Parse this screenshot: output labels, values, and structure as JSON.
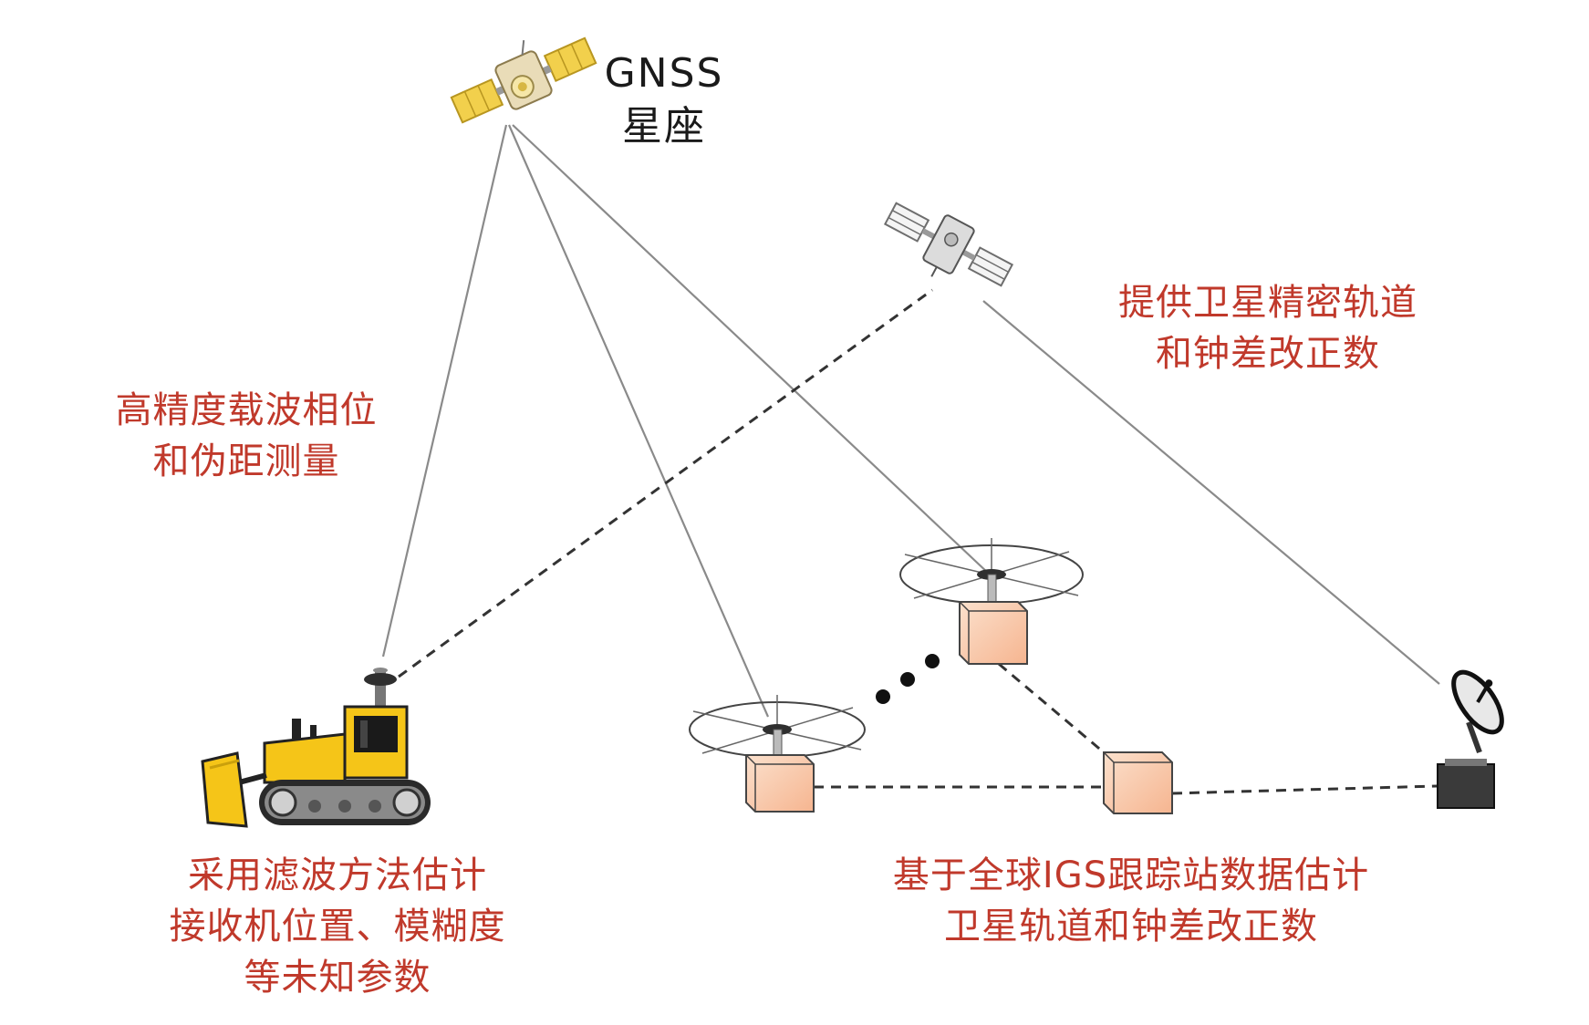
{
  "constellation_label": {
    "line1": "GNSS",
    "line2": "星座"
  },
  "annotations": {
    "measurement": {
      "line1": "高精度载波相位",
      "line2": "和伪距测量"
    },
    "correction": {
      "line1": "提供卫星精密轨道",
      "line2": "和钟差改正数"
    },
    "receiver": {
      "line1": "采用滤波方法估计",
      "line2": "接收机位置、模糊度",
      "line3": "等未知参数"
    },
    "igs": {
      "line1": "基于全球IGS跟踪站数据估计",
      "line2": "卫星轨道和钟差改正数"
    }
  },
  "icons": [
    "gnss-satellite-icon",
    "correction-satellite-icon",
    "bulldozer-icon",
    "igs-station-icon",
    "ground-dish-icon"
  ],
  "colors": {
    "annotation": "#c0392b",
    "label": "#1a1a1a",
    "line": "#8a8a8a",
    "dashed": "#333333",
    "box": "#f8c9a6"
  }
}
